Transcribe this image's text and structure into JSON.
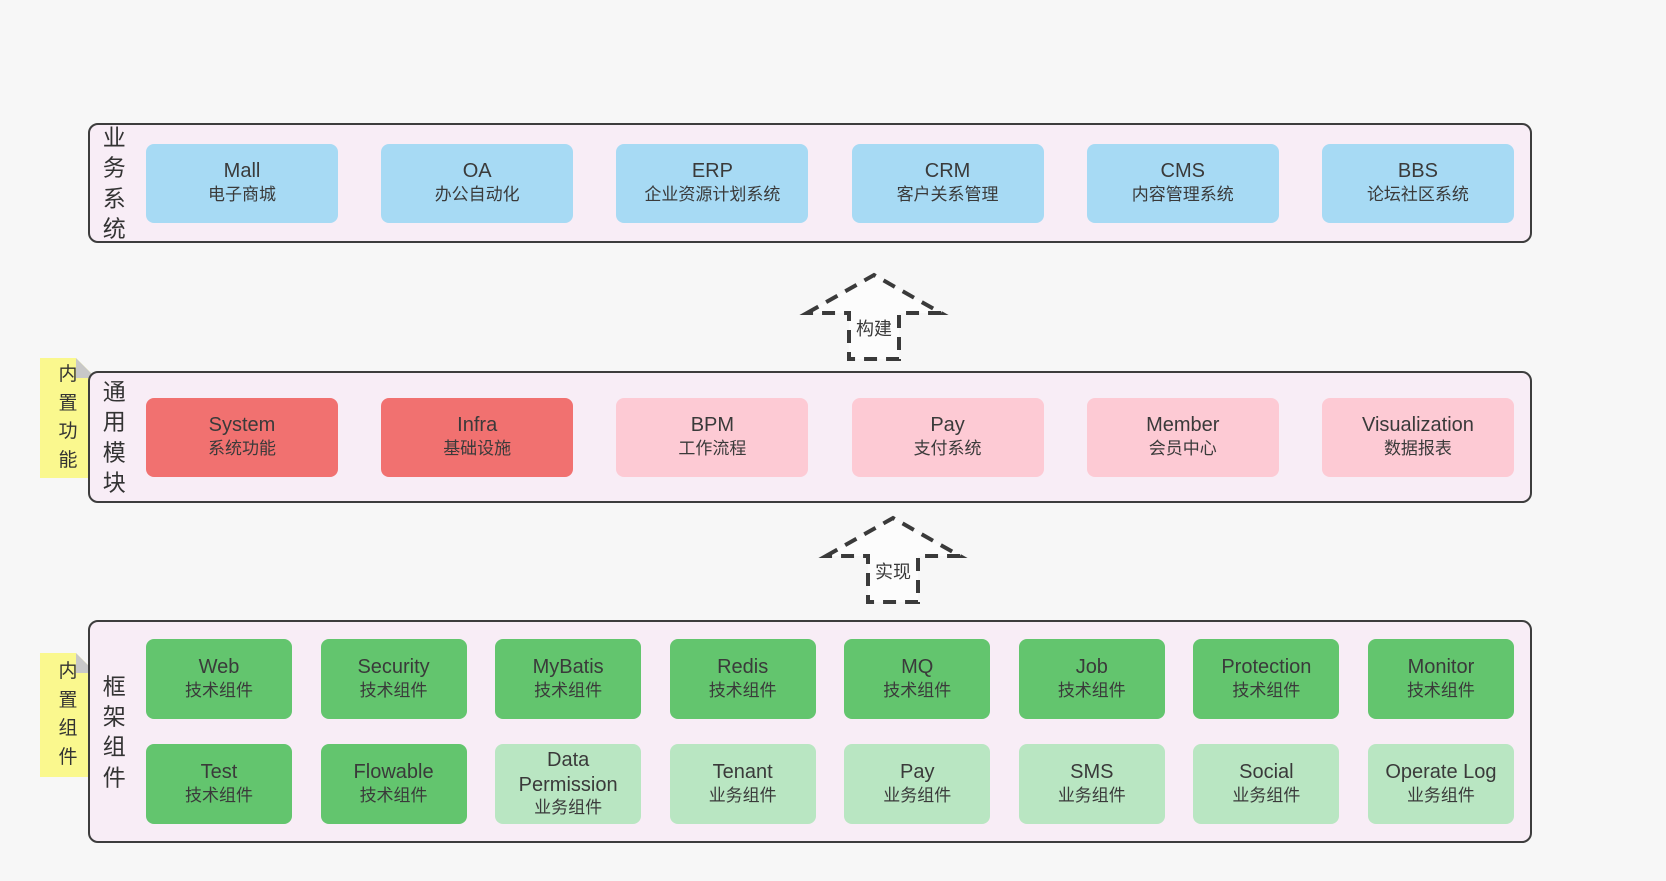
{
  "palette": {
    "page_bg": "#f7f7f7",
    "band_bg": "#f8edf6",
    "band_border": "#3d3d3d",
    "text": "#3a3a3a",
    "blue": "#a7daf4",
    "red": "#f17170",
    "pink": "#fdcad4",
    "green": "#63c56e",
    "light_green": "#b9e6c2",
    "sticky_bg": "#faf88e",
    "sticky_fold": "#c8c8c8",
    "arrow": "#3a3a3a",
    "arrow_fill": "#fcfcfc"
  },
  "arrows": [
    {
      "label": "构建"
    },
    {
      "label": "实现"
    }
  ],
  "bands": [
    {
      "label": "业务系统",
      "boxes": [
        {
          "title": "Mall",
          "subtitle": "电子商城",
          "type": "blue"
        },
        {
          "title": "OA",
          "subtitle": "办公自动化",
          "type": "blue"
        },
        {
          "title": "ERP",
          "subtitle": "企业资源计划系统",
          "type": "blue"
        },
        {
          "title": "CRM",
          "subtitle": "客户关系管理",
          "type": "blue"
        },
        {
          "title": "CMS",
          "subtitle": "内容管理系统",
          "type": "blue"
        },
        {
          "title": "BBS",
          "subtitle": "论坛社区系统",
          "type": "blue"
        }
      ]
    },
    {
      "label": "通用模块",
      "sticky": "内置功能",
      "boxes": [
        {
          "title": "System",
          "subtitle": "系统功能",
          "type": "red"
        },
        {
          "title": "Infra",
          "subtitle": "基础设施",
          "type": "red"
        },
        {
          "title": "BPM",
          "subtitle": "工作流程",
          "type": "pink"
        },
        {
          "title": "Pay",
          "subtitle": "支付系统",
          "type": "pink"
        },
        {
          "title": "Member",
          "subtitle": "会员中心",
          "type": "pink"
        },
        {
          "title": "Visualization",
          "subtitle": "数据报表",
          "type": "pink"
        }
      ]
    },
    {
      "label": "框架组件",
      "sticky": "内置组件",
      "rows": [
        [
          {
            "title": "Web",
            "subtitle": "技术组件",
            "type": "green"
          },
          {
            "title": "Security",
            "subtitle": "技术组件",
            "type": "green"
          },
          {
            "title": "MyBatis",
            "subtitle": "技术组件",
            "type": "green"
          },
          {
            "title": "Redis",
            "subtitle": "技术组件",
            "type": "green"
          },
          {
            "title": "MQ",
            "subtitle": "技术组件",
            "type": "green"
          },
          {
            "title": "Job",
            "subtitle": "技术组件",
            "type": "green"
          },
          {
            "title": "Protection",
            "subtitle": "技术组件",
            "type": "green"
          },
          {
            "title": "Monitor",
            "subtitle": "技术组件",
            "type": "green"
          }
        ],
        [
          {
            "title": "Test",
            "subtitle": "技术组件",
            "type": "green"
          },
          {
            "title": "Flowable",
            "subtitle": "技术组件",
            "type": "green"
          },
          {
            "title": "Data Permission",
            "subtitle": "业务组件",
            "type": "light_green"
          },
          {
            "title": "Tenant",
            "subtitle": "业务组件",
            "type": "light_green"
          },
          {
            "title": "Pay",
            "subtitle": "业务组件",
            "type": "light_green"
          },
          {
            "title": "SMS",
            "subtitle": "业务组件",
            "type": "light_green"
          },
          {
            "title": "Social",
            "subtitle": "业务组件",
            "type": "light_green"
          },
          {
            "title": "Operate Log",
            "subtitle": "业务组件",
            "type": "light_green"
          }
        ]
      ]
    }
  ]
}
